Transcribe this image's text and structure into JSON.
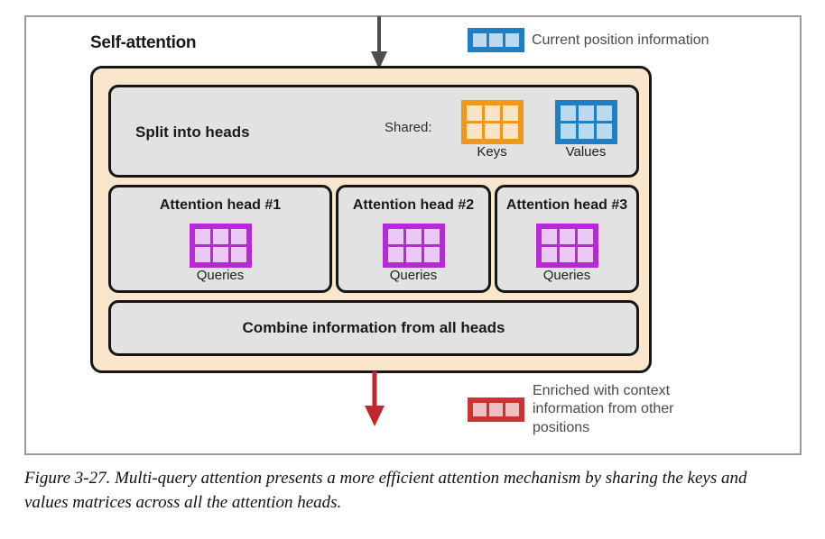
{
  "figure": {
    "panel_title": "Self-attention",
    "caption": "Figure 3-27. Multi-query attention presents a more efficient attention mechanism by sharing the keys and values matrices across all the attention heads."
  },
  "colors": {
    "panel_fill": "#fae6cc",
    "box_fill": "#e2e2e2",
    "keys_accent": "#f2961e",
    "values_accent": "#1f7fc4",
    "queries_accent": "#b829d6",
    "enriched_accent": "#cc3333",
    "arrow_in": "#4d4d4d",
    "arrow_out": "#c0272d",
    "outline": "#161616"
  },
  "legend": {
    "top": {
      "icon": "blue-matrix-strip-icon",
      "cells": 3,
      "label": "Current position information"
    },
    "bottom": {
      "icon": "red-matrix-strip-icon",
      "cells": 3,
      "label": "Enriched with context information from other positions"
    }
  },
  "arrows": {
    "input": "arrow-down-icon",
    "output": "arrow-down-icon"
  },
  "panel": {
    "split_row": {
      "label": "Split into heads",
      "shared_label": "Shared:",
      "matrices": [
        {
          "name": "Keys",
          "caption": "Keys",
          "cols": 3,
          "rows": 2,
          "color": "#f2961e"
        },
        {
          "name": "Values",
          "caption": "Values",
          "cols": 3,
          "rows": 2,
          "color": "#1f7fc4"
        }
      ]
    },
    "heads": [
      {
        "title": "Attention head #1",
        "matrix_caption": "Queries",
        "cols": 3,
        "rows": 2,
        "color": "#b829d6"
      },
      {
        "title": "Attention head #2",
        "matrix_caption": "Queries",
        "cols": 3,
        "rows": 2,
        "color": "#b829d6"
      },
      {
        "title": "Attention head #3",
        "matrix_caption": "Queries",
        "cols": 3,
        "rows": 2,
        "color": "#b829d6"
      }
    ],
    "combine_row": {
      "label": "Combine information from all heads"
    }
  }
}
